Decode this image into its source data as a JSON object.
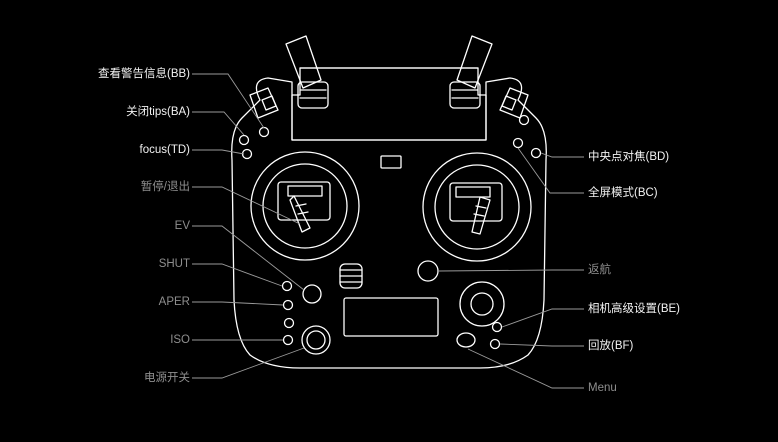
{
  "labels": {
    "bb": "查看警告信息(BB)",
    "ba": "关闭tips(BA)",
    "td": "focus(TD)",
    "pause": "暂停/退出",
    "ev": "EV",
    "shut": "SHUT",
    "aper": "APER",
    "iso": "ISO",
    "power": "电源开关",
    "bd": "中央点对焦(BD)",
    "bc": "全屏模式(BC)",
    "rth": "返航",
    "be": "相机高级设置(BE)",
    "bf": "回放(BF)",
    "menu": "Menu"
  },
  "colors": {
    "background": "#000000",
    "outline": "#ffffff",
    "label_active": "#f2f2f2",
    "label_muted": "#8e8e8e",
    "leader_line": "#9a9a9a"
  }
}
